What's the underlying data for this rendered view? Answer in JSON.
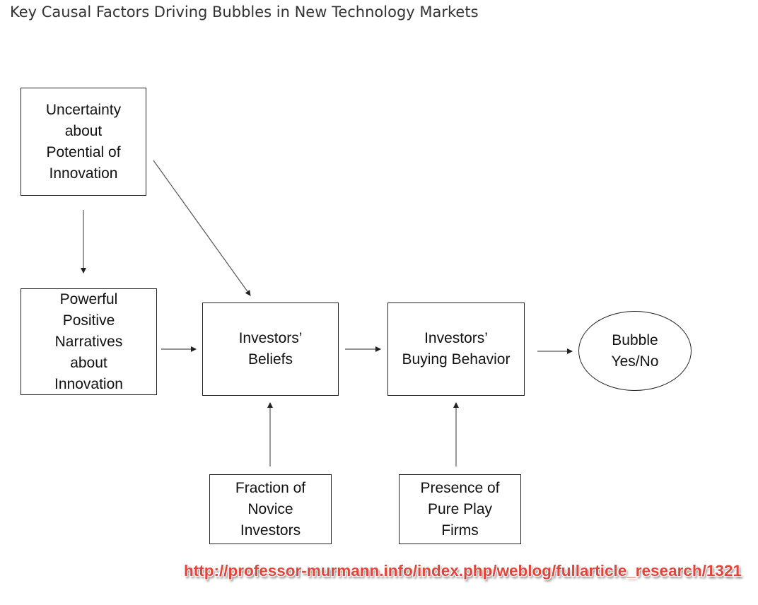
{
  "title": "Key Causal Factors Driving Bubbles in New Technology Markets",
  "nodes": {
    "uncertainty": "Uncertainty\nabout\nPotential of\nInnovation",
    "narratives": "Powerful\nPositive\nNarratives\nabout\nInnovation",
    "beliefs": "Investors’\nBeliefs",
    "buying": "Investors’\nBuying Behavior",
    "bubble": "Bubble\nYes/No",
    "novice": "Fraction of\nNovice\nInvestors",
    "pureplay": "Presence of\nPure Play\nFirms"
  },
  "source_url": "http://professor-murmann.info/index.php/weblog/fullarticle_research/1321",
  "colors": {
    "url": "#e0443a",
    "stroke": "#222222"
  }
}
